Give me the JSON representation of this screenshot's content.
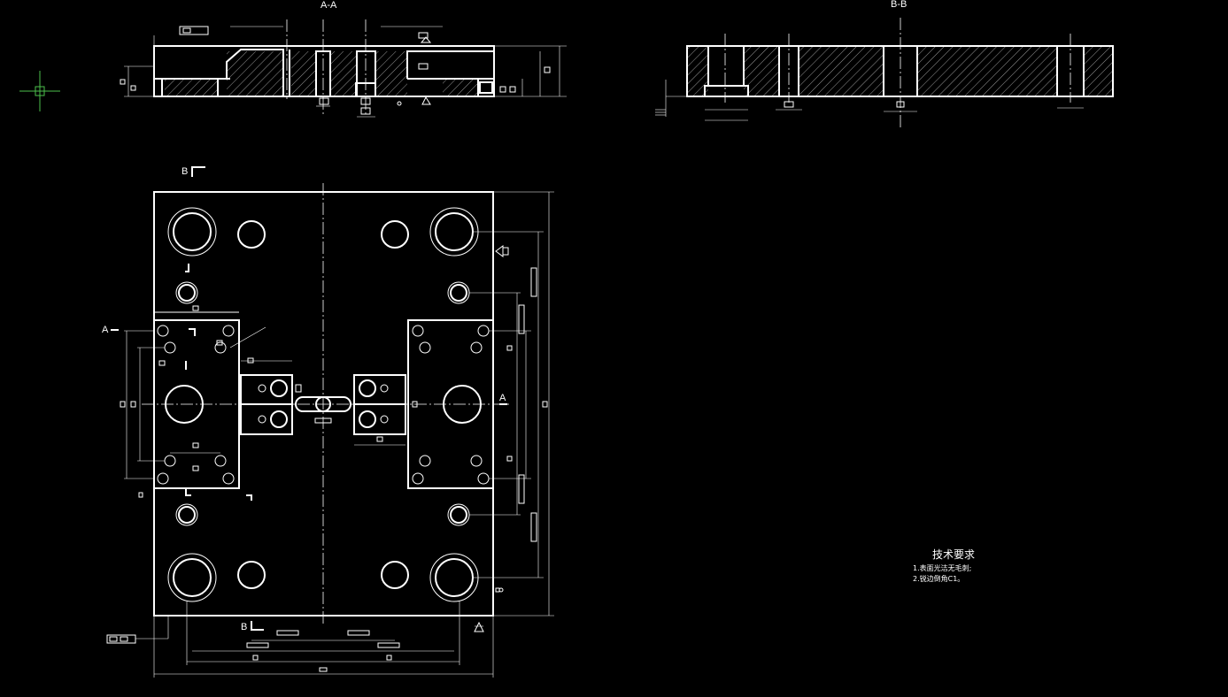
{
  "views": {
    "section_aa_title": "A-A",
    "section_bb_title": "B-B",
    "cut_marker_a_left": "A",
    "cut_marker_a_right": "A",
    "cut_marker_b_top": "B",
    "cut_marker_b_bottom": "B"
  },
  "notes": {
    "title": "技术要求",
    "lines": [
      "1.表面光洁无毛刺;",
      "2.锐边倒角C1。"
    ]
  },
  "colors": {
    "background": "#000000",
    "linework": "#ffffff",
    "ucs_icon": "#4cbf4c"
  }
}
